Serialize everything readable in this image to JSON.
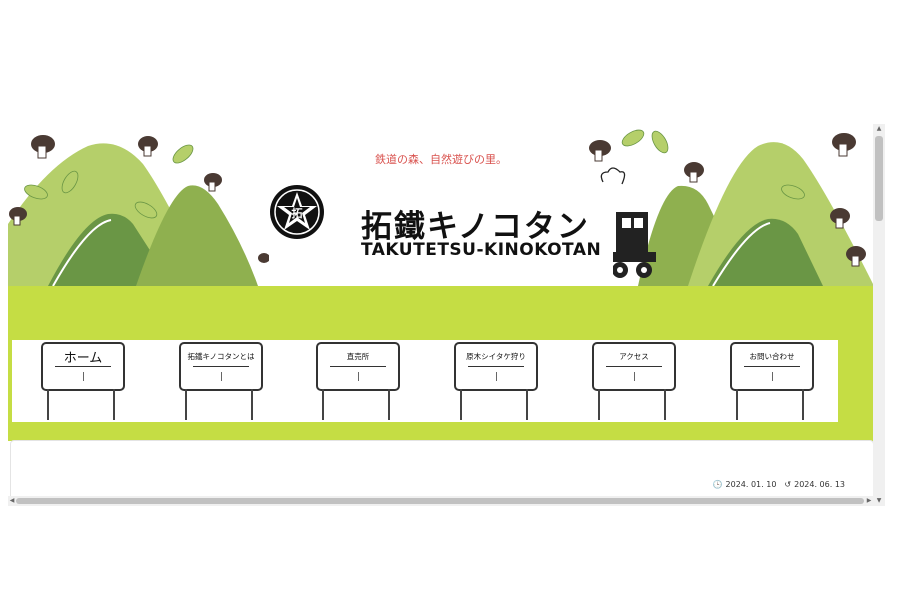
{
  "header": {
    "tagline": "鉄道の森、自然遊びの里。",
    "logo_jp": "拓鐵キノコタン",
    "logo_en": "TAKUTETSU-KINOKOTAN",
    "logo_mark_text": "拓"
  },
  "nav": {
    "items": [
      {
        "label": "ホーム"
      },
      {
        "label": "拓鐵キノコタンとは"
      },
      {
        "label": "直売所"
      },
      {
        "label": "原木シイタケ狩り"
      },
      {
        "label": "アクセス"
      },
      {
        "label": "お問い合わせ"
      }
    ]
  },
  "post": {
    "published": "2024. 01. 10",
    "updated": "2024. 06. 13"
  },
  "colors": {
    "band": "#c5dd44",
    "mountain_light": "#b5cf6a",
    "mountain_mid": "#8fb04f",
    "mountain_dark": "#6a9645"
  },
  "icons": [
    "clock-icon",
    "history-icon",
    "mushroom-icon",
    "leaf-icon",
    "train-icon",
    "star-emblem-icon"
  ]
}
